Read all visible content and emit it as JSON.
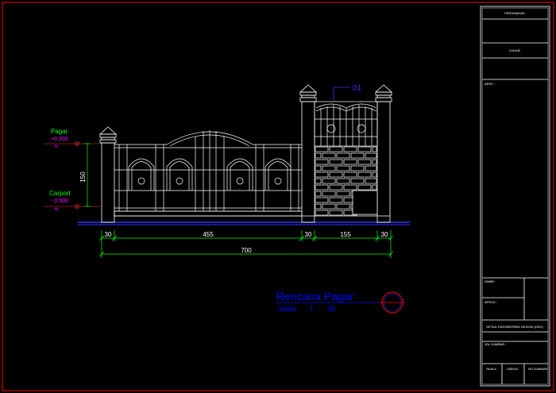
{
  "colors": {
    "background": "#000000",
    "frame": "#ff0000",
    "line": "#ffffff",
    "dimension": "#00ff00",
    "text_blue": "#0000ff",
    "text_magenta": "#ff00ff",
    "ground": "#3333ff",
    "marker": "#ff3333"
  },
  "levels": {
    "pagar_label": "Pagar",
    "pagar_value": "+0.200",
    "carport_label": "Carport",
    "carport_value": "- 0.500",
    "vertical_dim": "150"
  },
  "dimensions": {
    "d1": "30",
    "d2": "455",
    "d3": "30",
    "d4": "155",
    "d5": "30",
    "total": "700"
  },
  "callout": "01",
  "drawing_title": {
    "title": "Rencana Pagar",
    "scale_label": "Skala",
    "scale_sep": "1",
    "scale_colon": ":",
    "scale_value": "35"
  },
  "title_block": {
    "project_label": "PERUMAHAN",
    "location_label": "LOKASI",
    "owner_label": "ARSIT :",
    "drawn_label": "GMBR :",
    "checked_label": "APRVD :",
    "company": "DETAIL ENGINEERING DESIGN (DED)",
    "sheet_title_label": "JDL GAMBAR :",
    "scale_label": "SKALA",
    "count_label": "LBR/LB",
    "sheet_no_label": "NO GAMBAR"
  }
}
